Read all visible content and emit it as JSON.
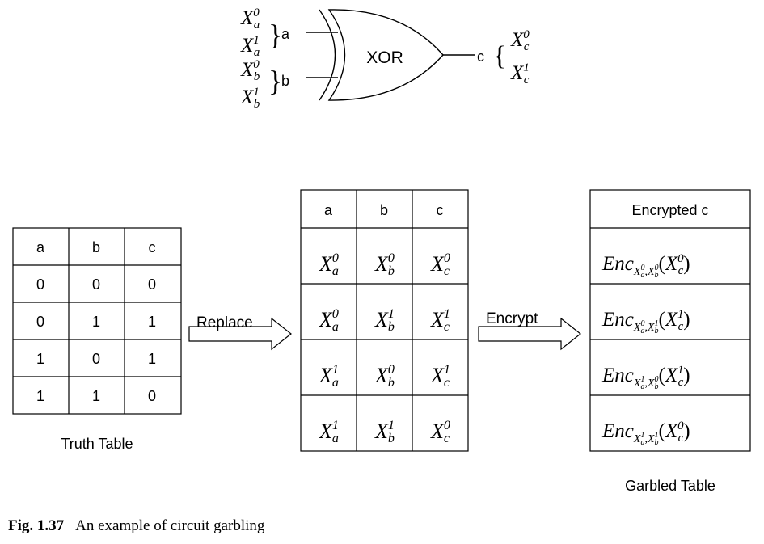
{
  "gate": {
    "label": "XOR",
    "input_a": "a",
    "input_b": "b",
    "output": "c",
    "a_keys": [
      {
        "base": "X",
        "sub": "a",
        "sup": "0"
      },
      {
        "base": "X",
        "sub": "a",
        "sup": "1"
      }
    ],
    "b_keys": [
      {
        "base": "X",
        "sub": "b",
        "sup": "0"
      },
      {
        "base": "X",
        "sub": "b",
        "sup": "1"
      }
    ],
    "c_keys": [
      {
        "base": "X",
        "sub": "c",
        "sup": "0"
      },
      {
        "base": "X",
        "sub": "c",
        "sup": "1"
      }
    ]
  },
  "truth_table": {
    "headers": [
      "a",
      "b",
      "c"
    ],
    "rows": [
      [
        "0",
        "0",
        "0"
      ],
      [
        "0",
        "1",
        "1"
      ],
      [
        "1",
        "0",
        "1"
      ],
      [
        "1",
        "1",
        "0"
      ]
    ],
    "label": "Truth Table"
  },
  "replace_label": "Replace",
  "encrypt_label": "Encrypt",
  "label_table": {
    "headers": [
      "a",
      "b",
      "c"
    ],
    "rows": [
      [
        {
          "sub": "a",
          "sup": "0"
        },
        {
          "sub": "b",
          "sup": "0"
        },
        {
          "sub": "c",
          "sup": "0"
        }
      ],
      [
        {
          "sub": "a",
          "sup": "0"
        },
        {
          "sub": "b",
          "sup": "1"
        },
        {
          "sub": "c",
          "sup": "1"
        }
      ],
      [
        {
          "sub": "a",
          "sup": "1"
        },
        {
          "sub": "b",
          "sup": "0"
        },
        {
          "sub": "c",
          "sup": "1"
        }
      ],
      [
        {
          "sub": "a",
          "sup": "1"
        },
        {
          "sub": "b",
          "sup": "1"
        },
        {
          "sub": "c",
          "sup": "0"
        }
      ]
    ]
  },
  "garbled_table": {
    "header": "Encrypted c",
    "enc_word": "Enc",
    "rows": [
      {
        "ka": "0",
        "kb": "0",
        "kc": "0"
      },
      {
        "ka": "0",
        "kb": "1",
        "kc": "1"
      },
      {
        "ka": "1",
        "kb": "0",
        "kc": "1"
      },
      {
        "ka": "1",
        "kb": "1",
        "kc": "0"
      }
    ],
    "label": "Garbled Table"
  },
  "caption": {
    "number": "Fig. 1.37",
    "text": "An example of circuit garbling"
  }
}
